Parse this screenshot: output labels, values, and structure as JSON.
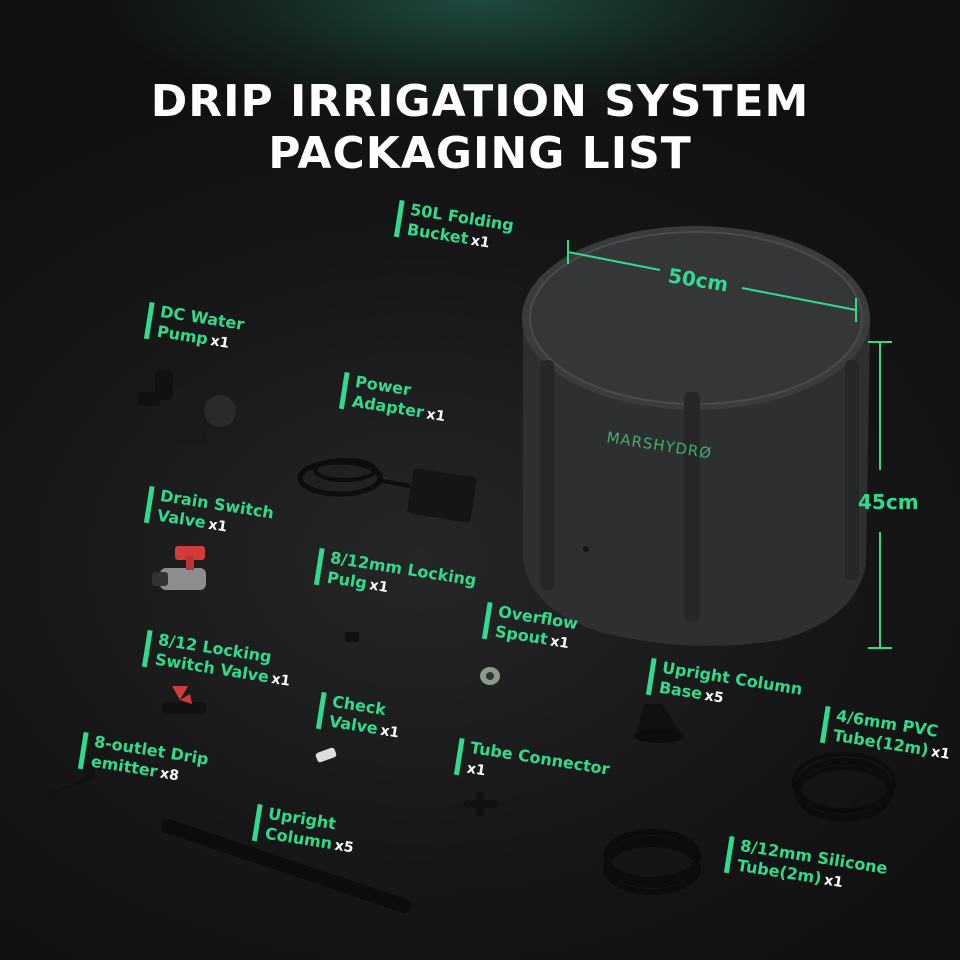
{
  "title": {
    "line1": "DRIP IRRIGATION SYSTEM",
    "line2": "PACKAGING LIST"
  },
  "items": [
    {
      "l1": "50L Folding",
      "l2": "Bucket",
      "qty": "x1"
    },
    {
      "l1": "DC Water",
      "l2": "Pump",
      "qty": "x1"
    },
    {
      "l1": "Power",
      "l2": "Adapter",
      "qty": "x1"
    },
    {
      "l1": "Drain Switch",
      "l2": "Valve",
      "qty": "x1"
    },
    {
      "l1": "8/12mm Locking",
      "l2": "Pulg",
      "qty": "x1"
    },
    {
      "l1": "Overflow",
      "l2": "Spout",
      "qty": "x1"
    },
    {
      "l1": "8/12 Locking",
      "l2": "Switch Valve",
      "qty": "x1"
    },
    {
      "l1": "Check",
      "l2": "Valve",
      "qty": "x1"
    },
    {
      "l1": "Upright Column",
      "l2": "Base",
      "qty": "x5"
    },
    {
      "l1": "4/6mm PVC",
      "l2": "Tube(12m)",
      "qty": "x1"
    },
    {
      "l1": "8-outlet Drip",
      "l2": "emitter",
      "qty": "x8"
    },
    {
      "l1": "Tube Connector",
      "l2": "",
      "qty": "x1"
    },
    {
      "l1": "Upright",
      "l2": "Column",
      "qty": "x5"
    },
    {
      "l1": "8/12mm Silicone",
      "l2": "Tube(2m)",
      "qty": "x1"
    }
  ],
  "dimensions": {
    "width": "50cm",
    "height": "45cm"
  },
  "brand": "MARSHYDRØ",
  "colors": {
    "accent": "#2fdb8f",
    "background": "#161616",
    "title": "#ffffff"
  }
}
